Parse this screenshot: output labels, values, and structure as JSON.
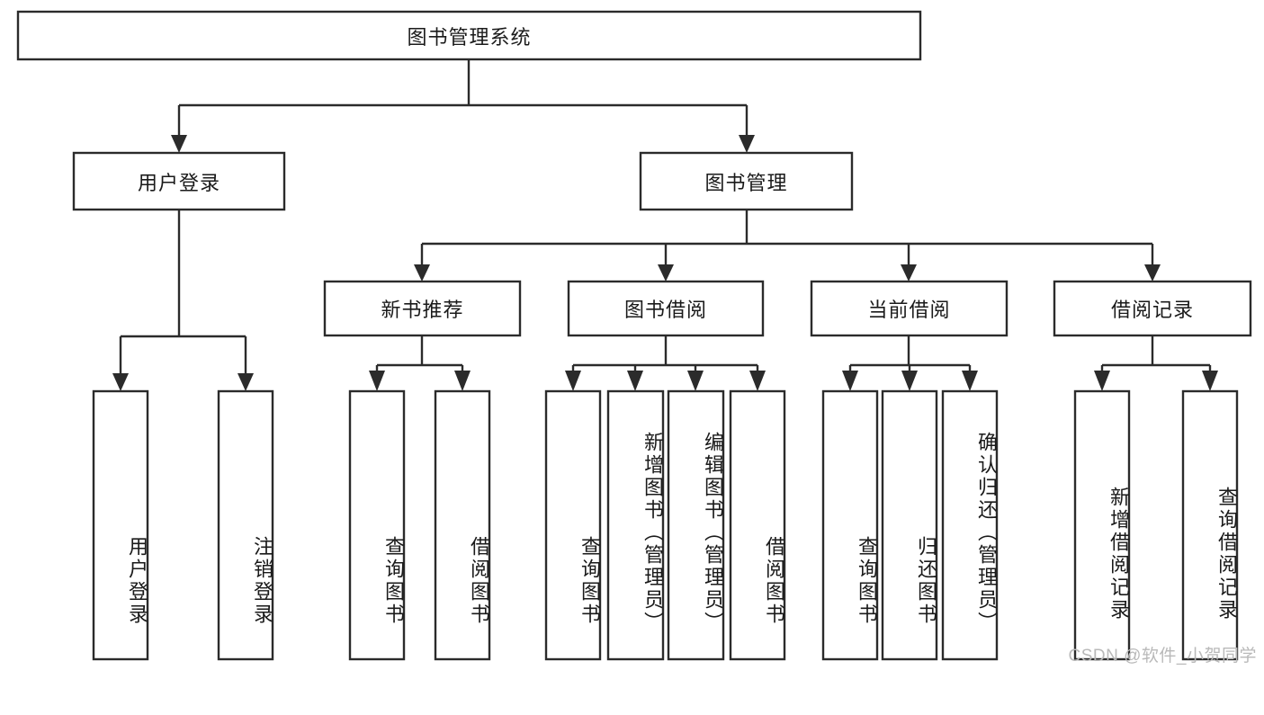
{
  "diagram": {
    "type": "tree",
    "title": "图书管理系统",
    "orientation": "top-down",
    "colors": {
      "background": "#ffffff",
      "node_fill": "#ffffff",
      "node_stroke": "#2b2b2b",
      "text": "#1a1a1a",
      "watermark": "#b9b9b9"
    },
    "root": {
      "label": "图书管理系统"
    },
    "level1": [
      {
        "label": "用户登录"
      },
      {
        "label": "图书管理"
      }
    ],
    "level2": [
      {
        "label": "新书推荐"
      },
      {
        "label": "图书借阅"
      },
      {
        "label": "当前借阅"
      },
      {
        "label": "借阅记录"
      }
    ],
    "leaves": {
      "user_login": [
        {
          "label": "用户登录"
        },
        {
          "label": "注销登录"
        }
      ],
      "new_book_recommend": [
        {
          "label": "查询图书"
        },
        {
          "label": "借阅图书"
        }
      ],
      "book_borrow": [
        {
          "label": "查询图书"
        },
        {
          "label": "新增图书（管理员）"
        },
        {
          "label": "编辑图书（管理员）"
        },
        {
          "label": "借阅图书"
        }
      ],
      "current_borrow": [
        {
          "label": "查询图书"
        },
        {
          "label": "归还图书"
        },
        {
          "label": "确认归还（管理员）"
        }
      ],
      "borrow_record": [
        {
          "label": "新增借阅记录"
        },
        {
          "label": "查询借阅记录"
        }
      ]
    }
  },
  "watermark": {
    "text": "CSDN @软件_小贺同学"
  }
}
